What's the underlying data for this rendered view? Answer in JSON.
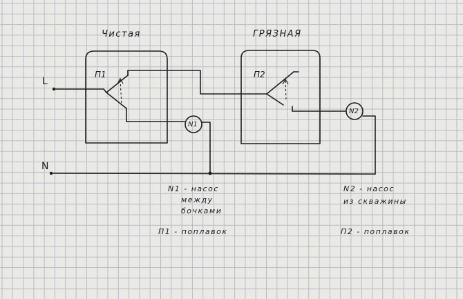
{
  "labels": {
    "tank_clean": "Чистая",
    "tank_dirty": "ГРЯЗНАЯ",
    "terminal_l": "L",
    "terminal_n": "N",
    "switch_p1": "П1",
    "switch_p2": "П2",
    "pump_n1": "N1",
    "pump_n2": "N2"
  },
  "legend": {
    "n1_line1": "N1 - насос",
    "n1_line2": "между",
    "n1_line3": "бочками",
    "n2_line1": "N2 - насос",
    "n2_line2": "из скважины",
    "p1": "П1 - поплавок",
    "p2": "П2 - поплавок"
  }
}
